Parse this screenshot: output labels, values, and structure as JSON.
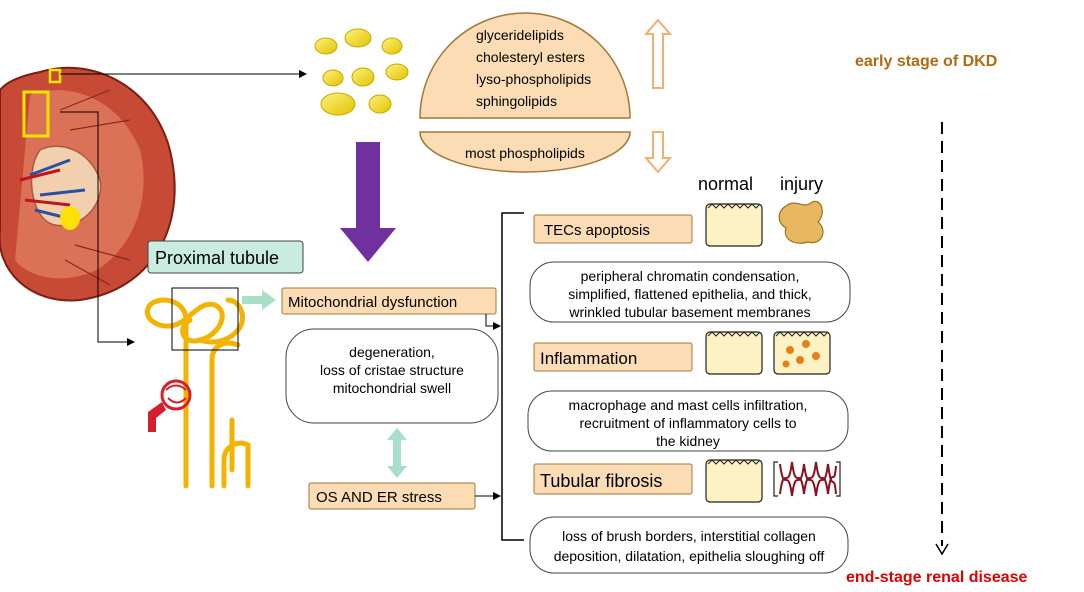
{
  "lipids": {
    "increased": [
      "glyceridelipids",
      "cholesteryl esters",
      "lyso-phospholipids",
      "sphingolipids"
    ],
    "decreased": "most phospholipids"
  },
  "stages": {
    "early": "early stage of DKD",
    "end": "end-stage renal disease"
  },
  "legend": {
    "normal": "normal",
    "injury": "injury"
  },
  "nephron": {
    "title": "Proximal tubule"
  },
  "mito": {
    "title": "Mitochondrial dysfunction",
    "desc": [
      "degeneration,",
      "loss of cristae structure",
      "mitochondrial swell"
    ],
    "stress": "OS AND ER stress"
  },
  "outcomes": [
    {
      "title": "TECs  apoptosis",
      "desc": [
        "peripheral chromatin condensation,",
        "simplified, flattened epithelia, and thick,",
        "wrinkled tubular basement membranes"
      ]
    },
    {
      "title": "Inflammation",
      "desc": [
        "macrophage and mast cells infiltration,",
        "recruitment of inflammatory cells to",
        "the kidney"
      ]
    },
    {
      "title": "Tubular fibrosis",
      "desc": [
        "loss of brush borders, interstitial collagen",
        "deposition, dilatation,  epithelia sloughing off"
      ]
    }
  ],
  "colors": {
    "peach": "#fbdcb4",
    "teal": "#c9ece0",
    "purple": "#7030a0",
    "brown": "#b06a12",
    "red": "#e00000"
  }
}
